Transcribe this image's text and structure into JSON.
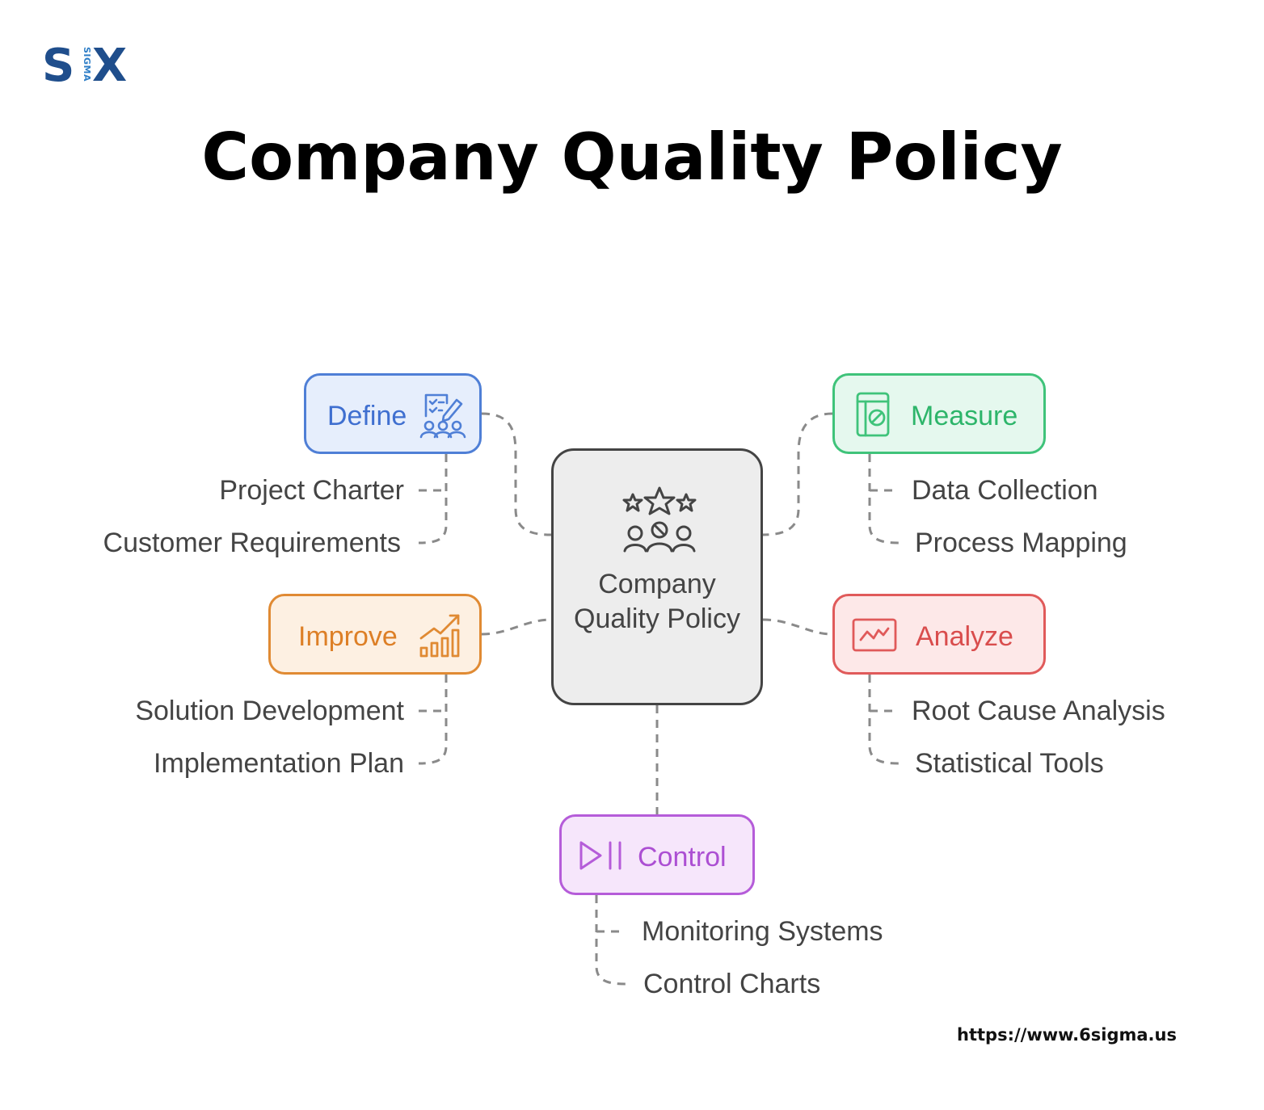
{
  "logo": {
    "s": "S",
    "sigma": "SIGMA",
    "x": "X"
  },
  "title": "Company Quality Policy",
  "center": {
    "label": "Company Quality Policy",
    "icon": "stars-team-icon"
  },
  "phases": [
    {
      "label": "Define",
      "icon": "checklist-team-icon",
      "color": "#4f7fd6",
      "items": [
        "Project Charter",
        "Customer Requirements"
      ]
    },
    {
      "label": "Measure",
      "icon": "gauge-device-icon",
      "color": "#3fc37a",
      "items": [
        "Data Collection",
        "Process Mapping"
      ]
    },
    {
      "label": "Improve",
      "icon": "growth-chart-icon",
      "color": "#e08a33",
      "items": [
        "Solution Development",
        "Implementation Plan"
      ]
    },
    {
      "label": "Analyze",
      "icon": "line-chart-icon",
      "color": "#e05a5a",
      "items": [
        "Root Cause Analysis",
        "Statistical Tools"
      ]
    },
    {
      "label": "Control",
      "icon": "play-pause-icon",
      "color": "#b55cd9",
      "items": [
        "Monitoring Systems",
        "Control Charts"
      ]
    }
  ],
  "footer": {
    "url": "https://www.6sigma.us"
  }
}
